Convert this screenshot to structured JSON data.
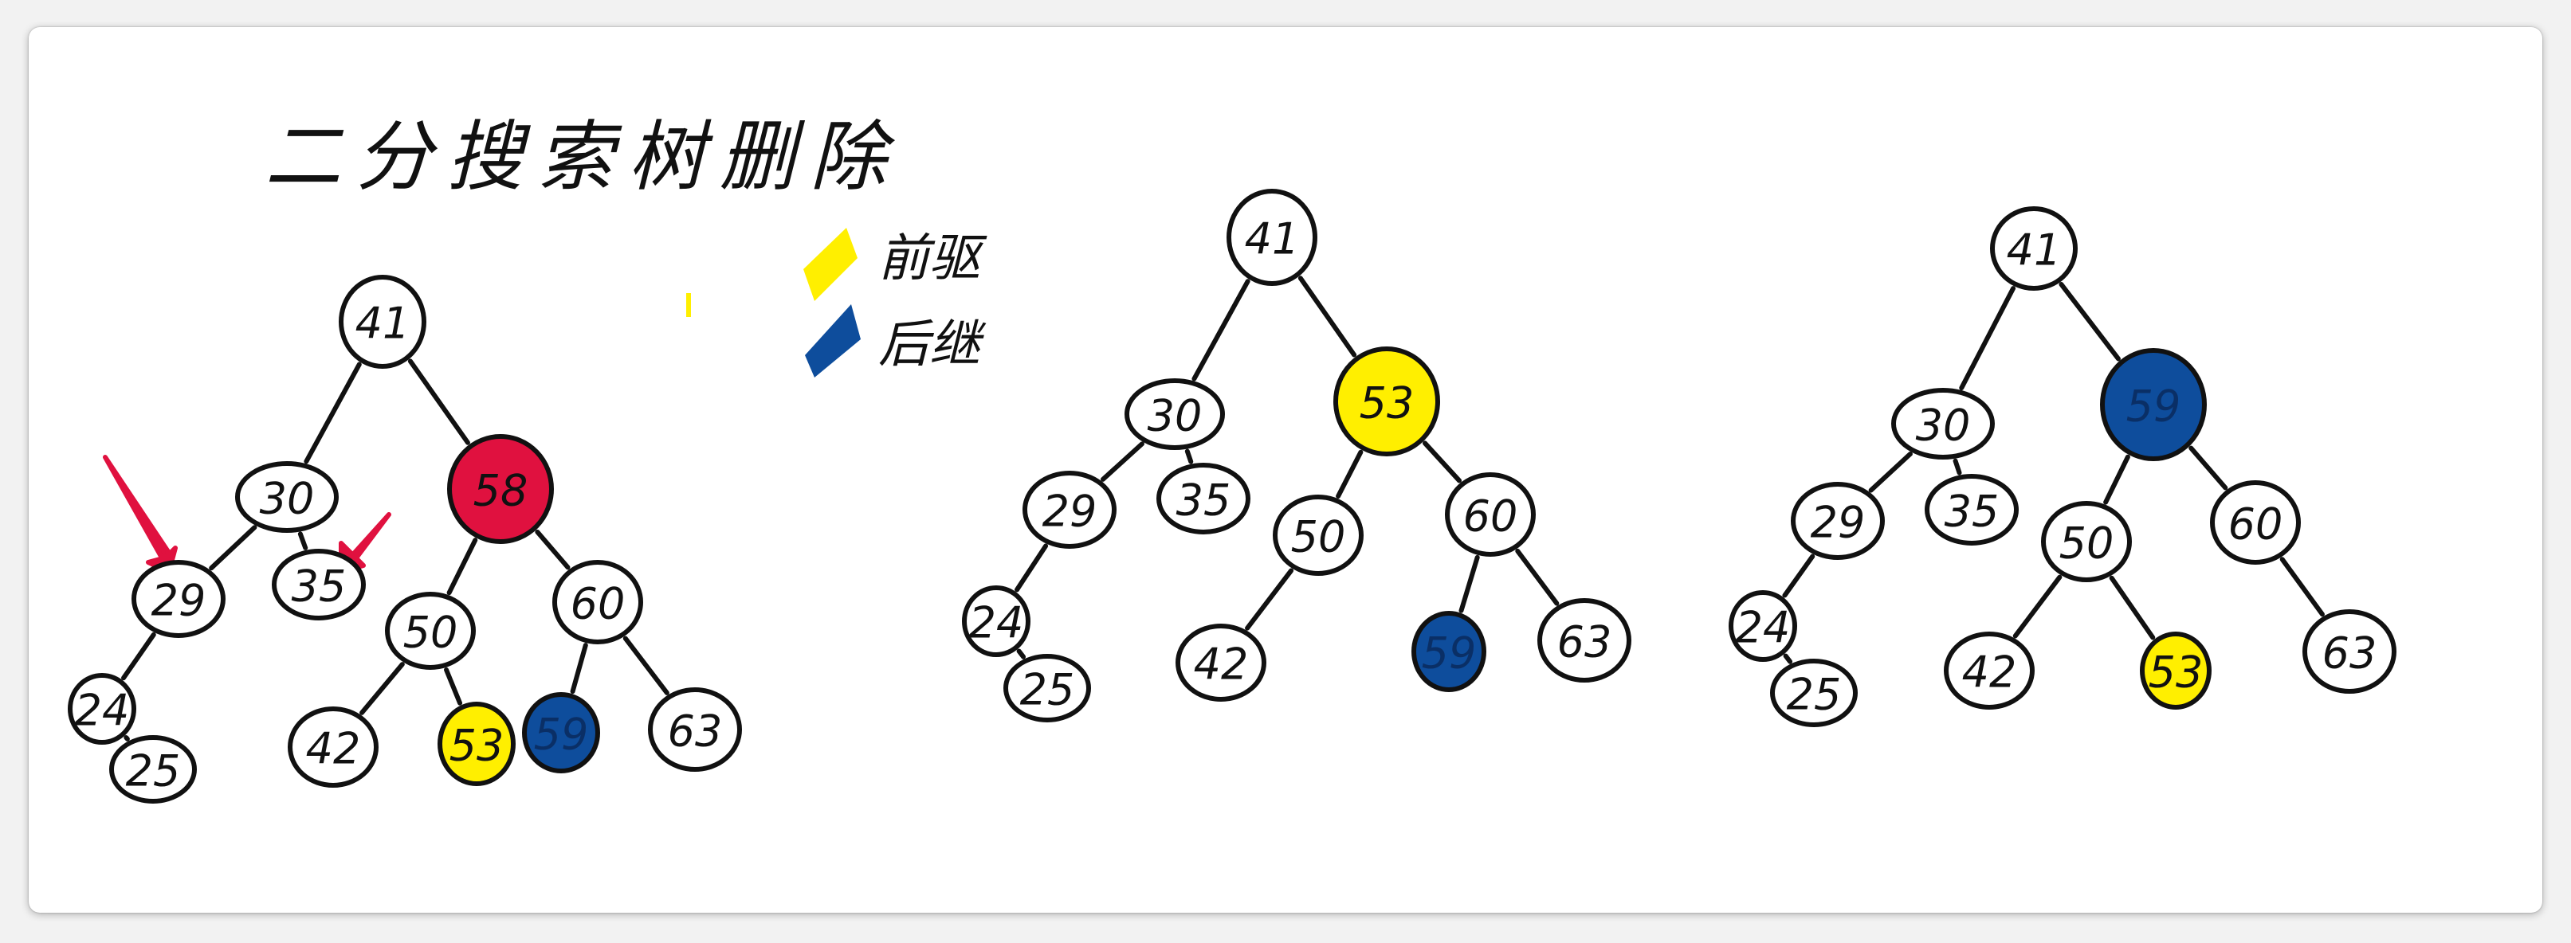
{
  "title": "二分搜索树删除",
  "legend": [
    {
      "label": "前驱",
      "color": "#ffef00"
    },
    {
      "label": "后继",
      "color": "#0e4d9c"
    }
  ],
  "colors": {
    "ink": "#111111",
    "deleted": "#e0113f",
    "predecessor": "#ffef00",
    "successor": "#0e4d9c"
  },
  "trees": [
    {
      "name": "original",
      "nodes": [
        {
          "id": "41",
          "label": "41",
          "fill": "none"
        },
        {
          "id": "30",
          "label": "30",
          "fill": "none"
        },
        {
          "id": "58",
          "label": "58",
          "fill": "deleted"
        },
        {
          "id": "29",
          "label": "29",
          "fill": "none"
        },
        {
          "id": "35",
          "label": "35",
          "fill": "none"
        },
        {
          "id": "50",
          "label": "50",
          "fill": "none"
        },
        {
          "id": "60",
          "label": "60",
          "fill": "none"
        },
        {
          "id": "24",
          "label": "24",
          "fill": "none"
        },
        {
          "id": "25",
          "label": "25",
          "fill": "none"
        },
        {
          "id": "42",
          "label": "42",
          "fill": "none"
        },
        {
          "id": "53",
          "label": "53",
          "fill": "predecessor"
        },
        {
          "id": "59",
          "label": "59",
          "fill": "successor"
        },
        {
          "id": "63",
          "label": "63",
          "fill": "none"
        }
      ],
      "edges": [
        [
          "41",
          "30"
        ],
        [
          "41",
          "58"
        ],
        [
          "30",
          "29"
        ],
        [
          "30",
          "35"
        ],
        [
          "29",
          "24"
        ],
        [
          "24",
          "25"
        ],
        [
          "58",
          "50"
        ],
        [
          "58",
          "60"
        ],
        [
          "50",
          "42"
        ],
        [
          "50",
          "53"
        ],
        [
          "60",
          "59"
        ],
        [
          "60",
          "63"
        ]
      ]
    },
    {
      "name": "predecessor-replaced",
      "nodes": [
        {
          "id": "41",
          "label": "41",
          "fill": "none"
        },
        {
          "id": "30",
          "label": "30",
          "fill": "none"
        },
        {
          "id": "53",
          "label": "53",
          "fill": "predecessor"
        },
        {
          "id": "29",
          "label": "29",
          "fill": "none"
        },
        {
          "id": "35",
          "label": "35",
          "fill": "none"
        },
        {
          "id": "50",
          "label": "50",
          "fill": "none"
        },
        {
          "id": "60",
          "label": "60",
          "fill": "none"
        },
        {
          "id": "24",
          "label": "24",
          "fill": "none"
        },
        {
          "id": "25",
          "label": "25",
          "fill": "none"
        },
        {
          "id": "42",
          "label": "42",
          "fill": "none"
        },
        {
          "id": "59",
          "label": "59",
          "fill": "successor"
        },
        {
          "id": "63",
          "label": "63",
          "fill": "none"
        }
      ],
      "edges": [
        [
          "41",
          "30"
        ],
        [
          "41",
          "53"
        ],
        [
          "30",
          "29"
        ],
        [
          "30",
          "35"
        ],
        [
          "29",
          "24"
        ],
        [
          "24",
          "25"
        ],
        [
          "53",
          "50"
        ],
        [
          "53",
          "60"
        ],
        [
          "50",
          "42"
        ],
        [
          "60",
          "59"
        ],
        [
          "60",
          "63"
        ]
      ]
    },
    {
      "name": "successor-replaced",
      "nodes": [
        {
          "id": "41",
          "label": "41",
          "fill": "none"
        },
        {
          "id": "30",
          "label": "30",
          "fill": "none"
        },
        {
          "id": "59",
          "label": "59",
          "fill": "successor"
        },
        {
          "id": "29",
          "label": "29",
          "fill": "none"
        },
        {
          "id": "35",
          "label": "35",
          "fill": "none"
        },
        {
          "id": "50",
          "label": "50",
          "fill": "none"
        },
        {
          "id": "60",
          "label": "60",
          "fill": "none"
        },
        {
          "id": "24",
          "label": "24",
          "fill": "none"
        },
        {
          "id": "25",
          "label": "25",
          "fill": "none"
        },
        {
          "id": "42",
          "label": "42",
          "fill": "none"
        },
        {
          "id": "53",
          "label": "53",
          "fill": "predecessor"
        },
        {
          "id": "63",
          "label": "63",
          "fill": "none"
        }
      ],
      "edges": [
        [
          "41",
          "30"
        ],
        [
          "41",
          "59"
        ],
        [
          "30",
          "29"
        ],
        [
          "30",
          "35"
        ],
        [
          "29",
          "24"
        ],
        [
          "24",
          "25"
        ],
        [
          "59",
          "50"
        ],
        [
          "59",
          "60"
        ],
        [
          "50",
          "42"
        ],
        [
          "50",
          "53"
        ],
        [
          "60",
          "63"
        ]
      ]
    }
  ]
}
